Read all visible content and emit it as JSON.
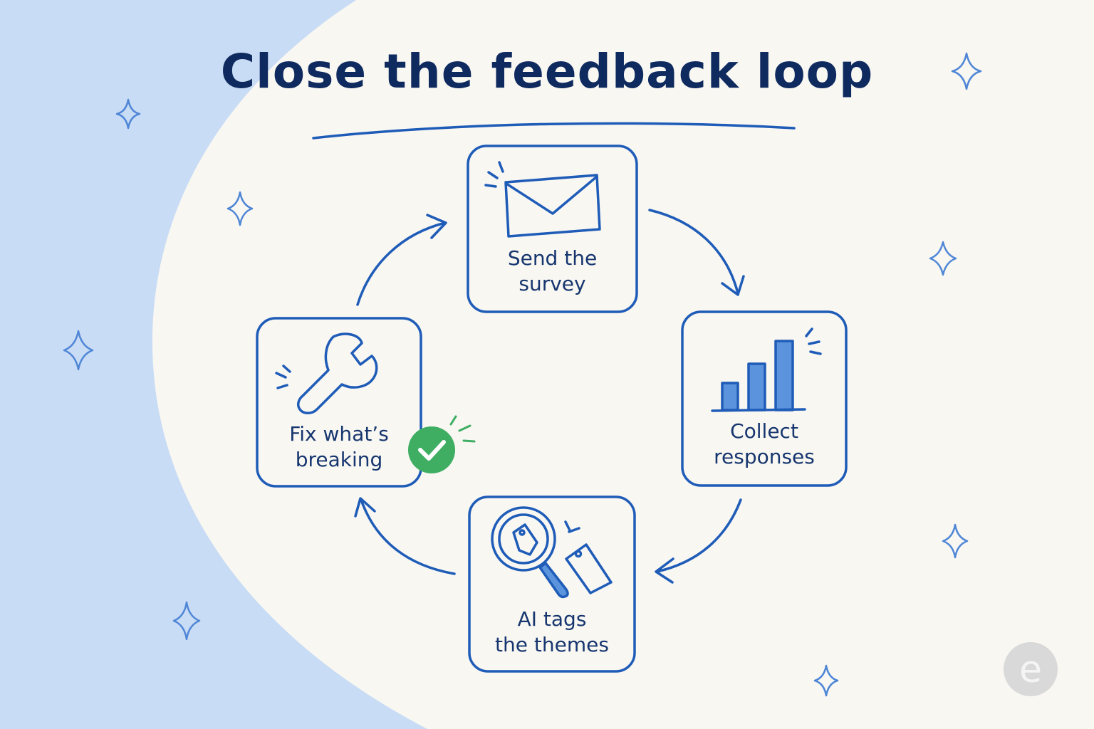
{
  "title": "Close the feedback loop",
  "steps": [
    {
      "line1": "Send the",
      "line2": "survey",
      "icon": "envelope-icon"
    },
    {
      "line1": "Collect",
      "line2": "responses",
      "icon": "bar-chart-icon"
    },
    {
      "line1": "AI tags",
      "line2": "the themes",
      "icon": "magnifier-tag-icon"
    },
    {
      "line1": "Fix what’s",
      "line2": "breaking",
      "icon": "wrench-icon"
    }
  ],
  "badge_icon": "check-badge-icon",
  "logo_icon": "e-logo-icon",
  "colors": {
    "ink": "#1f5cb8",
    "title": "#0e2a5e",
    "background": "#f8f7f2",
    "swoosh": "#c9dcf5",
    "check": "#3fae63",
    "bar_fill": "#5b93dc"
  }
}
